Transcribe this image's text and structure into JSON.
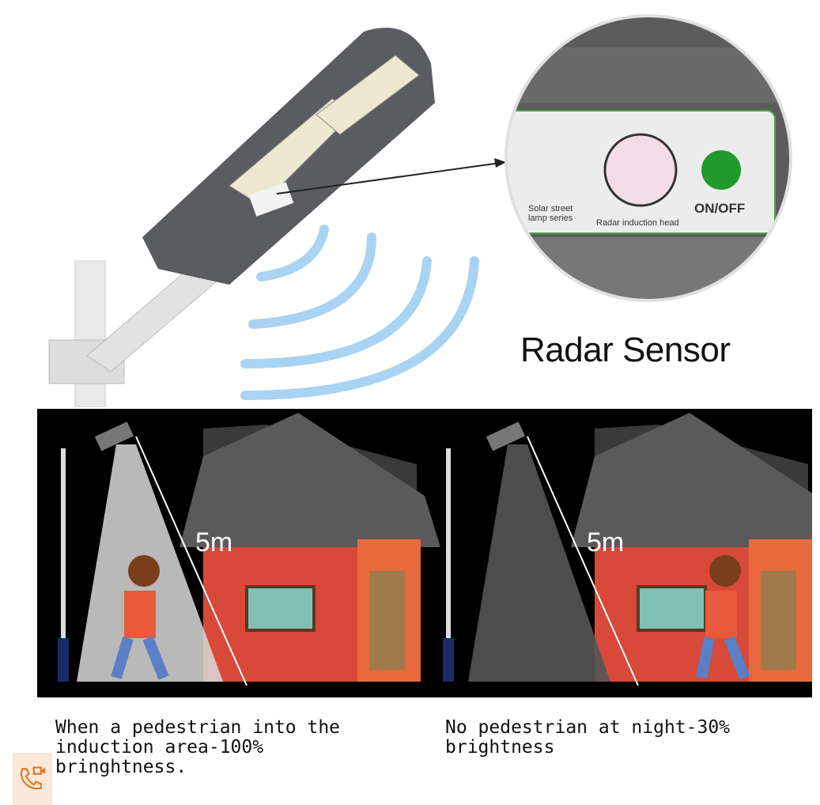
{
  "inset": {
    "series_label_line1": "Solar street",
    "series_label_line2": "lamp series",
    "radar_head_label": "Radar induction head",
    "switch_label": "ON/OFF"
  },
  "title": "Radar Sensor",
  "scenes": [
    {
      "distance": "5m",
      "caption_lines": [
        "When a pedestrian into the",
        "induction area-100%",
        "bringhtness."
      ]
    },
    {
      "distance": "5m",
      "caption_lines": [
        "No pedestrian at night-30%",
        "brightness"
      ]
    }
  ],
  "colors": {
    "lamp": "#5a5c60",
    "wave": "#a9d3f2",
    "house": "#d8493a",
    "door_wall": "#e8693c",
    "switch": "#1f9a2b",
    "call_button": "#e07b2c"
  },
  "icons": {
    "call_button": "phone-video-icon"
  }
}
